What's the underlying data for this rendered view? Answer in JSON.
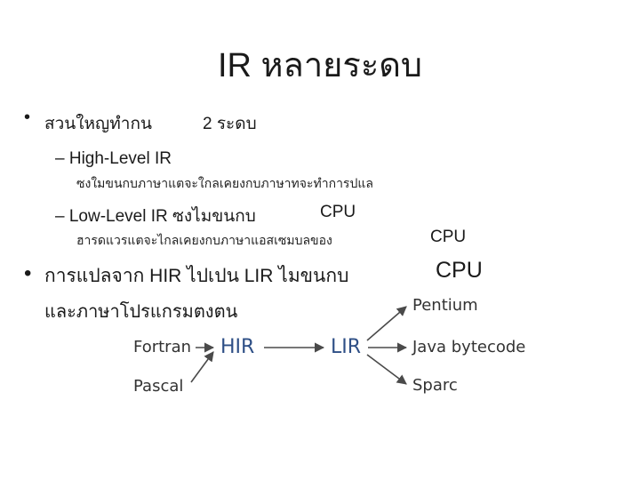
{
  "slide": {
    "title": "IR หลายระดบ",
    "bullets": {
      "b1_text": "สวนใหญทำกน",
      "b1_num": "2 ระดบ",
      "sub1_label": "– High-Level IR",
      "sub1_note": "ซงใมขนกบภาษาแตจะใกลเคยงกบภาษาทจะทำการปแล",
      "sub2_label": "– Low-Level IR ซงไมขนกบ",
      "sub2_cpu": "CPU",
      "sub2_note": "ฮารดแวรแตจะไกลเคยงกบภาษาแอสเซมบลของ",
      "sub2_note_cpu": "CPU",
      "b2_text": "การแปลจาก HIR ไปเปน   LIR ไมขนกบ",
      "b2_cpu": "CPU",
      "b2_line2": "และภาษาโปรแกรมตงตน"
    }
  },
  "diagram": {
    "sources": [
      "Fortran",
      "Pascal"
    ],
    "hir": "HIR",
    "lir": "LIR",
    "targets": [
      "Pentium",
      "Java bytecode",
      "Sparc"
    ],
    "arrow_color": "#4a4a4a"
  }
}
